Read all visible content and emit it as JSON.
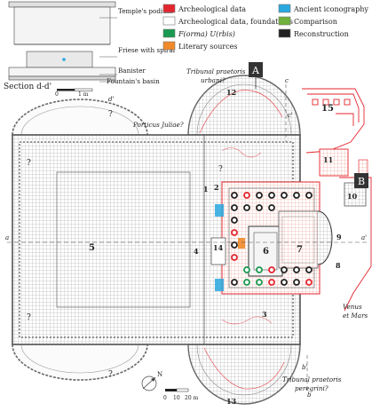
{
  "section": {
    "title": "Section d-d'",
    "labels": [
      "Temple's podium",
      "Friese with spiral",
      "Banister",
      "Fountain's basin"
    ],
    "scale": {
      "zero": "0",
      "unit": "1 m"
    }
  },
  "legend": [
    {
      "label": "Archeological data",
      "color": "#e3262e"
    },
    {
      "label": "Archeological data, foundations",
      "color": "#ffffff"
    },
    {
      "label": "F(orma) U(rbis)",
      "color": "#1a9a50"
    },
    {
      "label": "Literary sources",
      "color": "#f08a2a"
    },
    {
      "label": "Ancient iconography",
      "color": "#29a8df"
    },
    {
      "label": "Comparison",
      "color": "#6fb13b"
    },
    {
      "label": "Reconstruction",
      "color": "#222222"
    }
  ],
  "plan": {
    "markers": [
      "A",
      "B"
    ],
    "numbers": [
      "1",
      "2",
      "3",
      "4",
      "5",
      "6",
      "7",
      "8",
      "9",
      "10",
      "11",
      "12",
      "13",
      "14",
      "15"
    ],
    "question": "?",
    "section_letters": {
      "a": "a",
      "a_prime": "a'",
      "b": "b",
      "b_prime": "b'",
      "c": "c",
      "c_prime": "c'",
      "d_prime": "d'"
    },
    "labels": {
      "tribunal_urbani": "Tribunal praetoris urbani?",
      "porticus": "Porticus Juliae?",
      "venus": "Venus et Mars",
      "tribunal_peregrini": "Tribunal praetoris peregrini?"
    },
    "scale": {
      "t0": "0",
      "t10": "10",
      "t20": "20 m"
    },
    "north": "N"
  }
}
